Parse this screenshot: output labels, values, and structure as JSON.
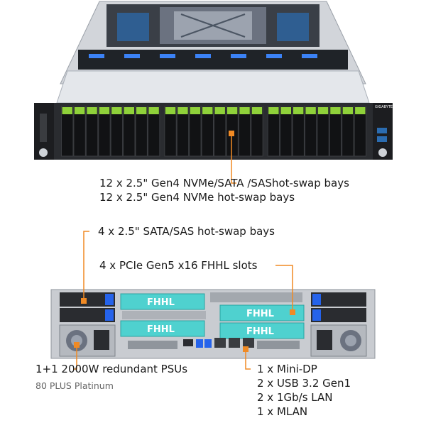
{
  "callouts": {
    "front_bays": [
      "12 x 2.5\" Gen4 NVMe/SATA /SAShot-swap bays",
      "12 x 2.5\" Gen4 NVMe hot-swap bays"
    ],
    "rear_bays": "4 x 2.5\" SATA/SAS hot-swap bays",
    "pcie_slots": "4 x PCIe Gen5 x16 FHHL slots",
    "psu": "1+1 2000W redundant PSUs",
    "psu_sub": "80 PLUS Platinum",
    "io": [
      "1 x Mini-DP",
      "2 x USB 3.2 Gen1",
      "2 x 1Gb/s LAN",
      "1 x MLAN"
    ]
  },
  "device": {
    "brand_label": "GIGABYTE",
    "slot_label": "FHHL",
    "front_bay_count": 24,
    "colors": {
      "accent": "#f08a24",
      "bay_tab": "#8fd13a",
      "slot_cover": "#4fd1cf",
      "chassis": "#c9ccd1",
      "dark": "#2a2c30"
    }
  }
}
